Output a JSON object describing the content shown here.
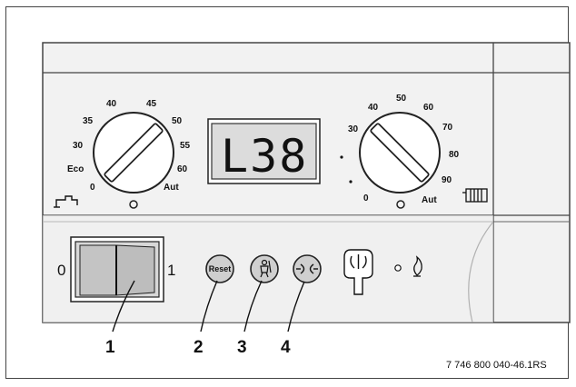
{
  "display": {
    "code": "L38"
  },
  "hot_water_dial": {
    "ticks": [
      "Eco",
      "30",
      "35",
      "40",
      "45",
      "50",
      "55",
      "60",
      "Aut",
      "0"
    ]
  },
  "heating_dial": {
    "ticks": [
      "0",
      "30",
      "40",
      "50",
      "60",
      "70",
      "80",
      "90",
      "Aut"
    ]
  },
  "main_switch": {
    "off_label": "0",
    "on_label": "1"
  },
  "buttons": {
    "reset_label": "Reset"
  },
  "callouts": [
    "1",
    "2",
    "3",
    "4"
  ],
  "reference": "7 746 800 040-46.1RS",
  "icons": [
    "tap-icon",
    "radiator-icon",
    "chimney-sweep-icon",
    "service-icon",
    "pump-icon",
    "flame-icon"
  ]
}
